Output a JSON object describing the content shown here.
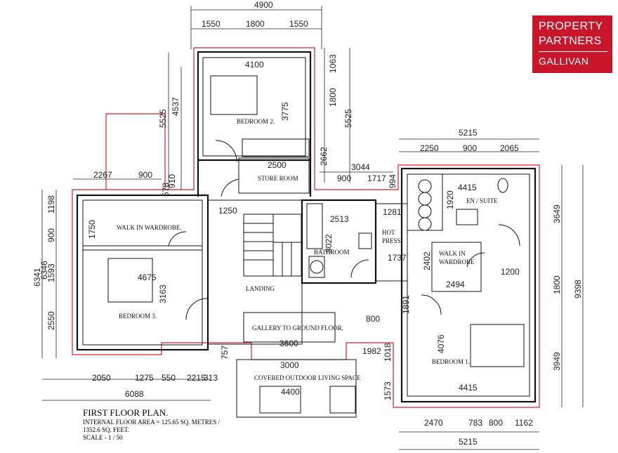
{
  "logo": {
    "line1": "PROPERTY",
    "line2": "PARTNERS",
    "line3": "GALLIVAN"
  },
  "title": "FIRST FLOOR PLAN.",
  "area_line1": "INTERNAL FLOOR AREA = 125.65 SQ. METRES /",
  "area_line2": "1352.6 SQ. FEET.",
  "scale": "SCALE  -  1 / 50",
  "rooms": {
    "bedroom2": "BEDROOM 2.",
    "store_room": "STORE ROOM",
    "walk_in_wardrobe": "WALK IN WARDROBE.",
    "bedroom3": "BEDROOM 3.",
    "landing": "LANDING",
    "bathroom": "BATHROOM",
    "hot_press_1": "HOT",
    "hot_press_2": "PRESS.",
    "en_suite": "EN / SUITE",
    "walk_in_1": "WALK IN",
    "walk_in_2": "WARDROBE",
    "gallery": "GALLERY TO GROUND FLOOR.",
    "bedroom1": "BEDROOM 1.",
    "covered": "COVERED OUTDOOR LIVING SPACE"
  },
  "dims": {
    "top_total": "4900",
    "top_a": "1550",
    "top_b": "1800",
    "top_c": "1550",
    "bed2_width": "4100",
    "bed2_depth": "3775",
    "bed2_right_1063": "1063",
    "bed2_right_1800": "1800",
    "bed2_outer_5525": "5525",
    "bed2_left_5525": "5525",
    "bed2_left_4537": "4537",
    "store_2500": "2500",
    "store_2662": "2662",
    "d_3044": "3044",
    "d_900_mid": "900",
    "d_1717": "1717",
    "d_994": "994",
    "right_total_5215": "5215",
    "right_2250": "2250",
    "right_900": "900",
    "right_2065": "2065",
    "ens_4415": "4415",
    "ens_1920": "1920",
    "left_2267": "2267",
    "left_900": "900",
    "left_910": "910",
    "left_578": "578",
    "landing_1250": "1250",
    "bath_2513": "2513",
    "bath_3022": "3022",
    "hp_1281": "1281",
    "hp_1737": "1737",
    "wiw_2402": "2402",
    "wiw_2494": "2494",
    "wiw_1200": "1200",
    "ww_1750": "1750",
    "left_1198": "1198",
    "left_900b": "900",
    "left_1593": "1593",
    "left_2550": "2550",
    "left_6341": "6341",
    "left_6346": "6346",
    "bed3_4675": "4675",
    "bed3_3163": "3163",
    "right_3649": "3649",
    "right_1800": "1800",
    "right_3949": "3949",
    "right_9398": "9398",
    "gallery_800": "800",
    "gallery_3600": "3600",
    "d_1891": "1891",
    "bed1_4076": "4076",
    "bed1_4415": "4415",
    "d_757": "757",
    "d_1982": "1982",
    "d_1018": "1018",
    "d_1573": "1573",
    "cov_3000": "3000",
    "cov_4400": "4400",
    "bot_2050": "2050",
    "bot_1275": "1275",
    "bot_550": "550",
    "bot_2215": "2215",
    "bot_313": "313",
    "bot_6088": "6088",
    "brb_2470": "2470",
    "brb_783": "783",
    "brb_800": "800",
    "brb_1162": "1162",
    "brb_5215": "5215"
  }
}
